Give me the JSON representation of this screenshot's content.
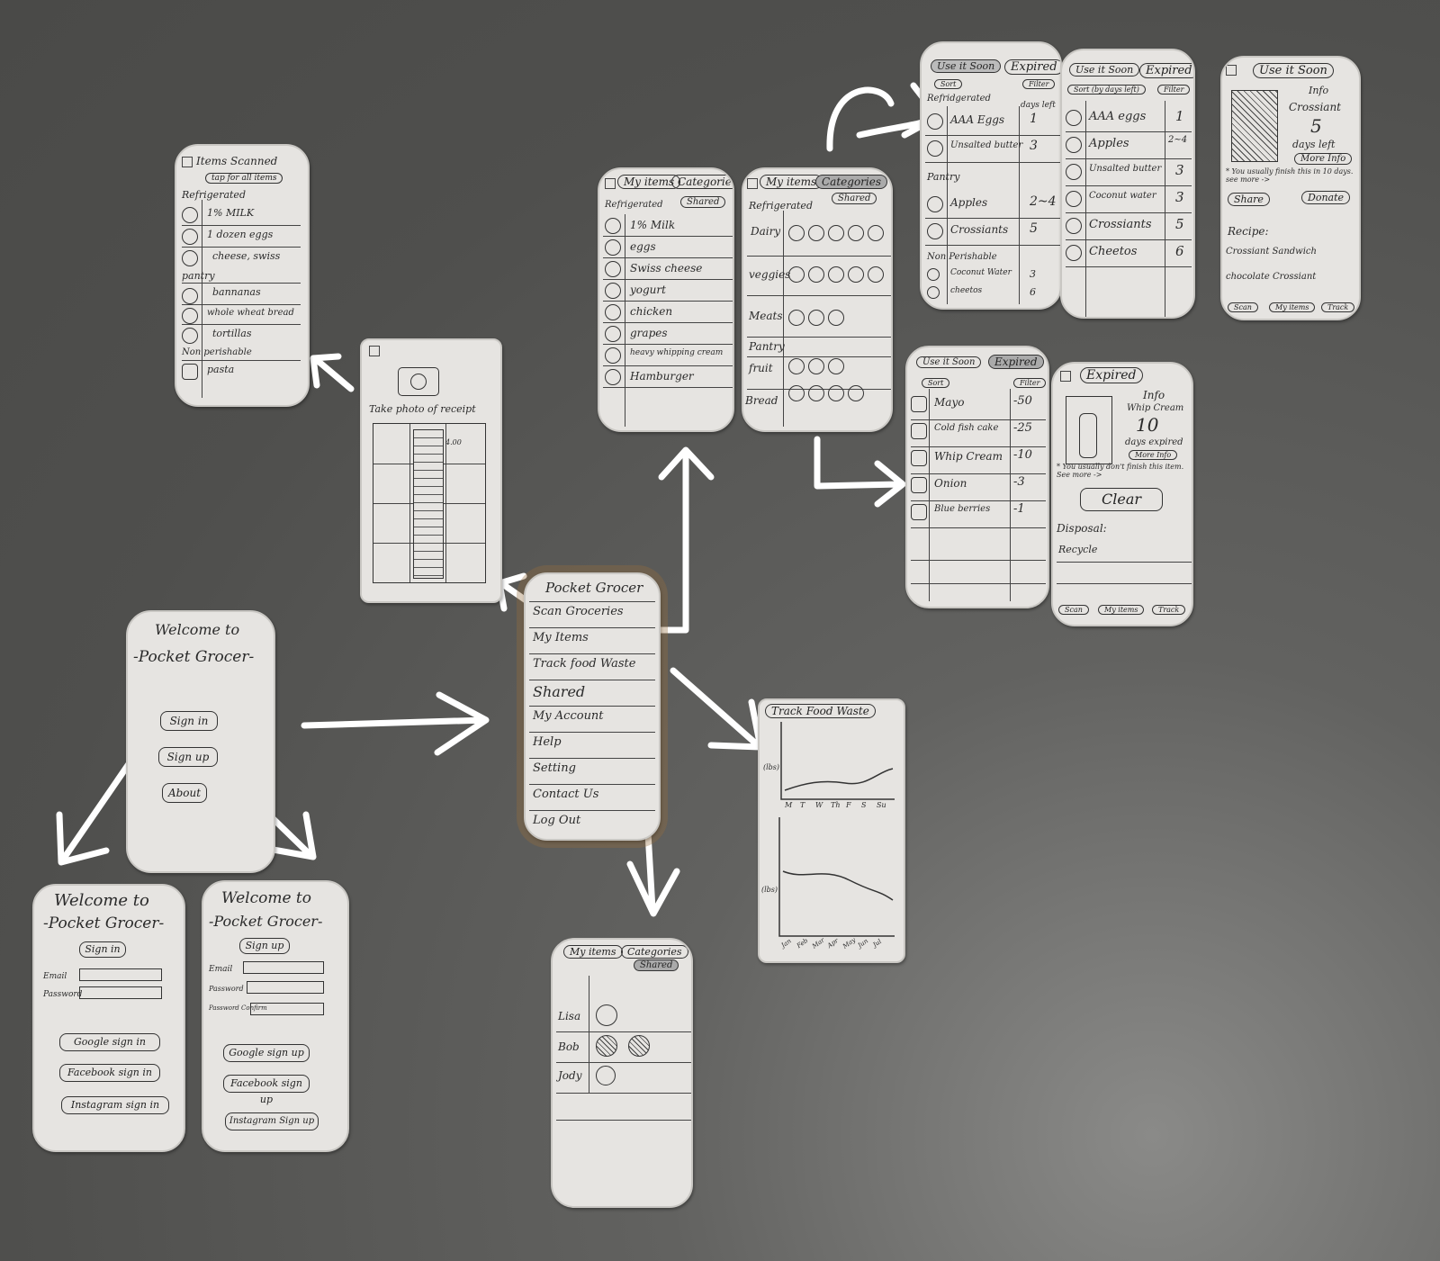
{
  "screens": {
    "welcome": {
      "line1": "Welcome to",
      "line2": "-Pocket Grocer-",
      "sign_in": "Sign in",
      "sign_up": "Sign up",
      "about": "About"
    },
    "signin": {
      "line1": "Welcome to",
      "line2": "-Pocket Grocer-",
      "heading": "Sign in",
      "email": "Email",
      "password": "Password",
      "google": "Google sign in",
      "facebook": "Facebook sign in",
      "instagram": "Instagram sign in"
    },
    "signup": {
      "line1": "Welcome to",
      "line2": "-Pocket Grocer-",
      "heading": "Sign up",
      "email": "Email",
      "password": "Password",
      "confirm": "Password Confirm",
      "google": "Google sign up",
      "facebook": "Facebook sign up",
      "instagram": "Instagram Sign up"
    },
    "menu": {
      "title": "Pocket Grocer",
      "items": [
        "Scan Groceries",
        "My Items",
        "Track food Waste",
        "Shared",
        "My Account",
        "Help",
        "Setting",
        "Contact Us",
        "Log Out"
      ]
    },
    "scanned": {
      "title": "Items Scanned",
      "tap": "tap for all items",
      "refrigerated": "Refrigerated",
      "fridge_items": [
        "1% MILK",
        "1 dozen eggs",
        "cheese, swiss"
      ],
      "pantry": "pantry",
      "pantry_items": [
        "bannanas",
        "whole wheat bread",
        "tortillas"
      ],
      "nonperishable": "Non perishable",
      "nonper_items": [
        "pasta"
      ]
    },
    "receipt": {
      "title": "Take photo of receipt",
      "amount": "4.00"
    },
    "myitems": {
      "tab1": "My items",
      "tab2": "Categories",
      "shared": "Shared",
      "refrigerated": "Refrigerated",
      "items": [
        "1% Milk",
        "eggs",
        "Swiss cheese",
        "yogurt",
        "chicken",
        "grapes",
        "heavy whipping cream",
        "Hamburger"
      ]
    },
    "categories": {
      "tab1": "My items",
      "tab2": "Categories",
      "shared": "Shared",
      "refrigerated": "Refrigerated",
      "rows": [
        "Dairy",
        "veggies",
        "Meats"
      ],
      "pantry": "Pantry",
      "pantry_rows": [
        "fruit",
        "Bread"
      ]
    },
    "usesoon1": {
      "tab1": "Use it Soon",
      "tab2": "Expired",
      "sort": "Sort",
      "filter": "Filter",
      "refrigerated": "Refridgerated",
      "col": "days left",
      "fridge": [
        [
          "AAA Eggs",
          "1"
        ],
        [
          "Unsalted butter",
          "3"
        ]
      ],
      "pantry": "Pantry",
      "pantry_items": [
        [
          "Apples",
          "2~4"
        ],
        [
          "Crossiants",
          "5"
        ]
      ],
      "nonper": "Non Perishable",
      "nonper_items": [
        [
          "Coconut Water",
          "3"
        ],
        [
          "cheetos",
          "6"
        ]
      ]
    },
    "usesoon2": {
      "tab1": "Use it Soon",
      "tab2": "Expired",
      "sort": "Sort (by days left)",
      "filter": "Filter",
      "items": [
        [
          "AAA eggs",
          "1"
        ],
        [
          "Apples",
          "2~4"
        ],
        [
          "Unsalted butter",
          "3"
        ],
        [
          "Coconut water",
          "3"
        ],
        [
          "Crossiants",
          "5"
        ],
        [
          "Cheetos",
          "6"
        ]
      ]
    },
    "info": {
      "title": "Use it Soon",
      "info": "Info",
      "item": "Crossiant",
      "days": "5",
      "days_label": "days left",
      "more": "More Info",
      "note": "* You usually finish this in 10 days. see more ->",
      "share": "Share",
      "donate": "Donate",
      "recipe": "Recipe:",
      "r1": "Crossiant Sandwich",
      "r2": "chocolate Crossiant",
      "nav": [
        "Scan",
        "My items",
        "Track"
      ]
    },
    "expired": {
      "tab1": "Use it Soon",
      "tab2": "Expired",
      "sort": "Sort",
      "filter": "Filter",
      "items": [
        [
          "Mayo",
          "-50"
        ],
        [
          "Cold fish cake",
          "-25"
        ],
        [
          "Whip Cream",
          "-10"
        ],
        [
          "Onion",
          "-3"
        ],
        [
          "Blue berries",
          "-1"
        ]
      ]
    },
    "expinfo": {
      "title": "Expired",
      "info": "Info",
      "item": "Whip Cream",
      "days": "10",
      "days_label": "days expired",
      "more": "More Info",
      "note": "* You usually don't finish this item. See more ->",
      "clear": "Clear",
      "disposal": "Disposal:",
      "recycle": "Recycle",
      "nav": [
        "Scan",
        "My items",
        "Track"
      ]
    },
    "track": {
      "title": "Track Food Waste",
      "ylabel": "(lbs)",
      "days": [
        "M",
        "T",
        "W",
        "Th",
        "F",
        "S",
        "Su"
      ],
      "months": [
        "Jan",
        "Feb",
        "Mar",
        "Apr",
        "May",
        "Jun",
        "Jul"
      ]
    },
    "sharedscr": {
      "tab1": "My items",
      "tab2": "Categories",
      "shared": "Shared",
      "people": [
        "Lisa",
        "Bob",
        "Jody"
      ]
    }
  }
}
